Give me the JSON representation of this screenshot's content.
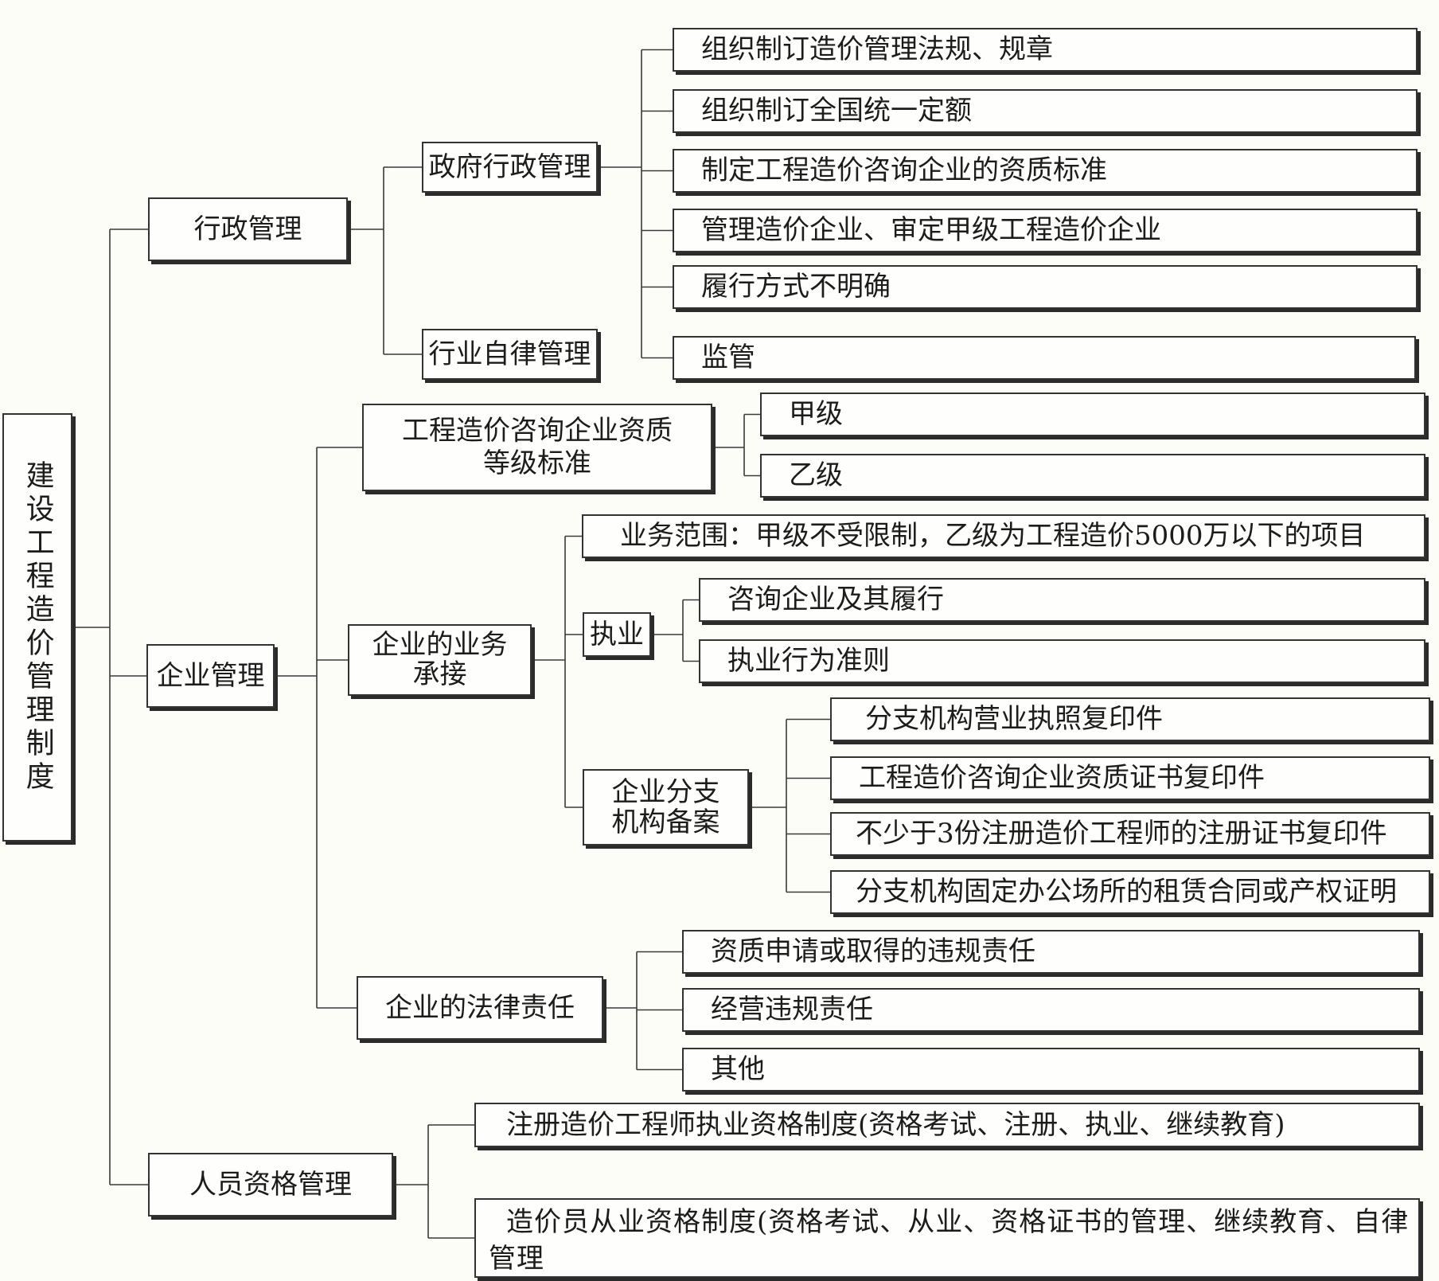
{
  "root": {
    "label": "建设工程造价管理制度"
  },
  "admin": {
    "label": "行政管理",
    "gov": {
      "label": "政府行政管理",
      "items": [
        "组织制订造价管理法规、规章",
        "组织制订全国统一定额",
        "制定工程造价咨询企业的资质标准",
        "管理造价企业、审定甲级工程造价企业",
        "履行方式不明确",
        "监管"
      ]
    },
    "industry": {
      "label": "行业自律管理"
    }
  },
  "enterprise": {
    "label": "企业管理",
    "qualification": {
      "label_lines": [
        "工程造价咨询企业资质",
        "等级标准"
      ],
      "items": [
        "甲级",
        "乙级"
      ]
    },
    "business": {
      "label_lines": [
        "企业的业务",
        "承接"
      ],
      "scope": "业务范围：甲级不受限制，乙级为工程造价5000万以下的项目",
      "practice": {
        "label": "执业",
        "items": [
          "咨询企业及其履行",
          "执业行为准则"
        ]
      },
      "branch": {
        "label_lines": [
          "企业分支",
          "机构备案"
        ],
        "items": [
          "分支机构营业执照复印件",
          "工程造价咨询企业资质证书复印件",
          "不少于3份注册造价工程师的注册证书复印件",
          "分支机构固定办公场所的租赁合同或产权证明"
        ]
      }
    },
    "legal": {
      "label": "企业的法律责任",
      "items": [
        "资质申请或取得的违规责任",
        "经营违规责任",
        "其他"
      ]
    }
  },
  "personnel": {
    "label": "人员资格管理",
    "items": [
      "注册造价工程师执业资格制度(资格考试、注册、执业、继续教育)",
      "造价员从业资格制度(资格考试、从业、资格证书的管理、继续教育、自律管理"
    ]
  }
}
